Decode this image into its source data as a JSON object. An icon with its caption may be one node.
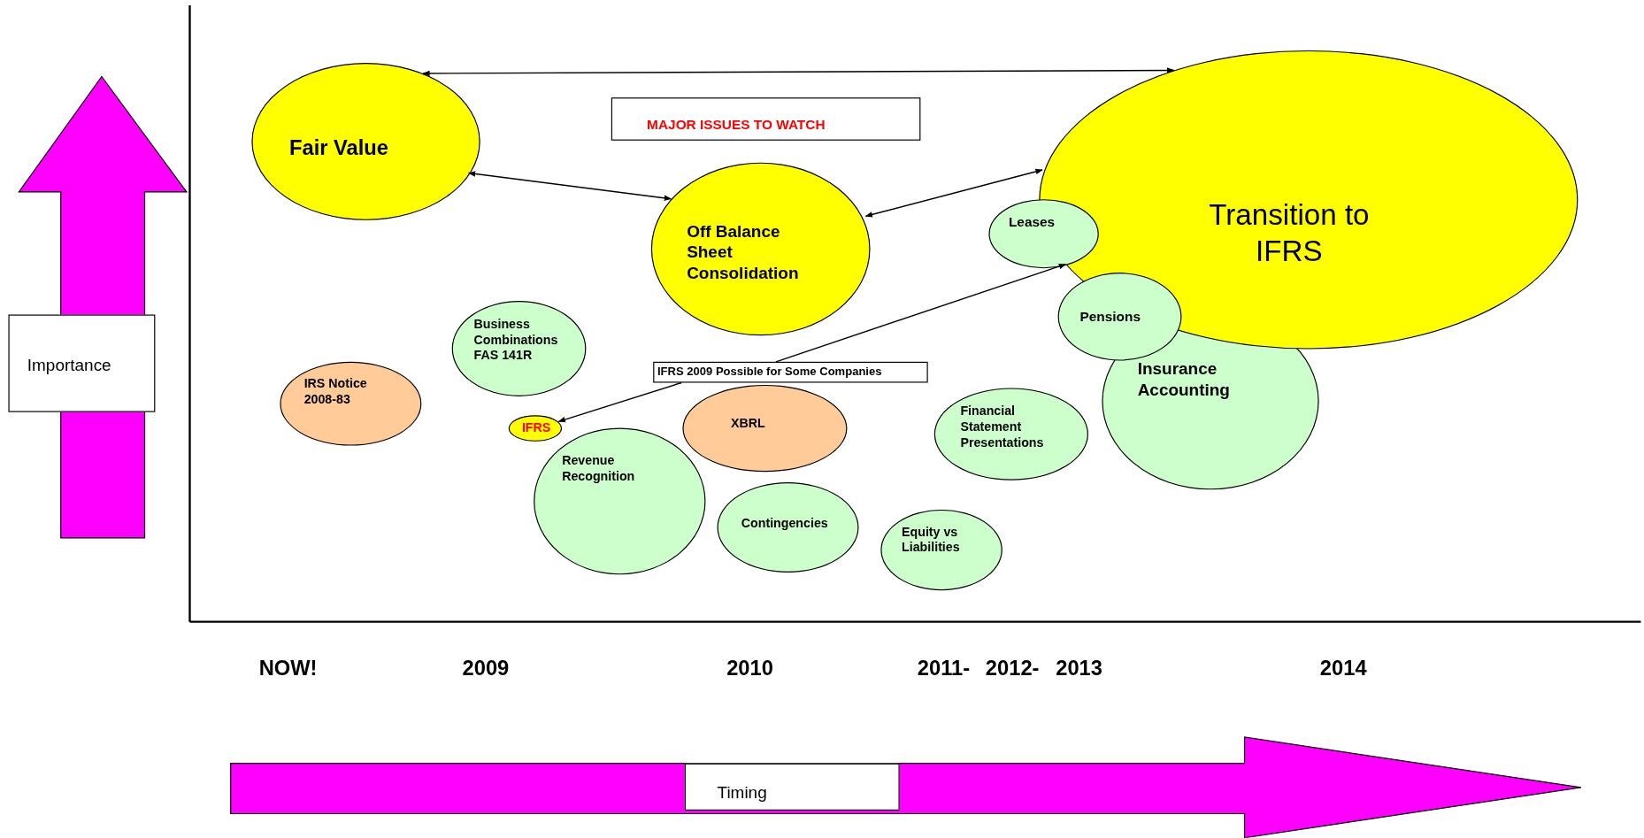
{
  "diagram": {
    "nodes": [
      {
        "text": [
          "Importance"
        ]
      },
      {
        "text": [
          "Fair Value"
        ]
      },
      {
        "text": [
          "MAJOR ISSUES TO WATCH"
        ]
      },
      {
        "text": [
          "Transition to IFRS"
        ]
      },
      {
        "text": [
          "Off Balance Sheet Consolidation"
        ]
      },
      {
        "text": [
          "Leases"
        ]
      },
      {
        "text": [
          "Pensions"
        ]
      },
      {
        "text": [
          "Business Combinations FAS 141R"
        ]
      },
      {
        "text": [
          "IFRS 2009 Possible for Some Companies"
        ]
      },
      {
        "text": [
          "IRS Notice 2008-83"
        ]
      },
      {
        "text": [
          "Insurance Accounting"
        ]
      },
      {
        "text": [
          "IFRS"
        ]
      },
      {
        "text": [
          "XBRL"
        ]
      },
      {
        "text": [
          "Financial Statement Presentations"
        ]
      },
      {
        "text": [
          "Revenue Recognition"
        ]
      },
      {
        "text": [
          "Contingencies"
        ]
      },
      {
        "text": [
          "Equity vs Liabilities"
        ]
      },
      {
        "text": [
          "Timing"
        ]
      }
    ],
    "edges": [
      {
        "from": 1,
        "to": 3,
        "arrow": "both"
      },
      {
        "from": 1,
        "to": 4,
        "arrow": "both"
      },
      {
        "from": 4,
        "to": 3,
        "arrow": "both"
      },
      {
        "from": 8,
        "to": 11,
        "arrow": "to"
      },
      {
        "from": 8,
        "to": 3,
        "arrow": "to"
      }
    ],
    "labels": [
      "NOW!",
      "2009",
      "2010",
      "2011-",
      "2012-",
      "2013",
      "2014"
    ]
  }
}
